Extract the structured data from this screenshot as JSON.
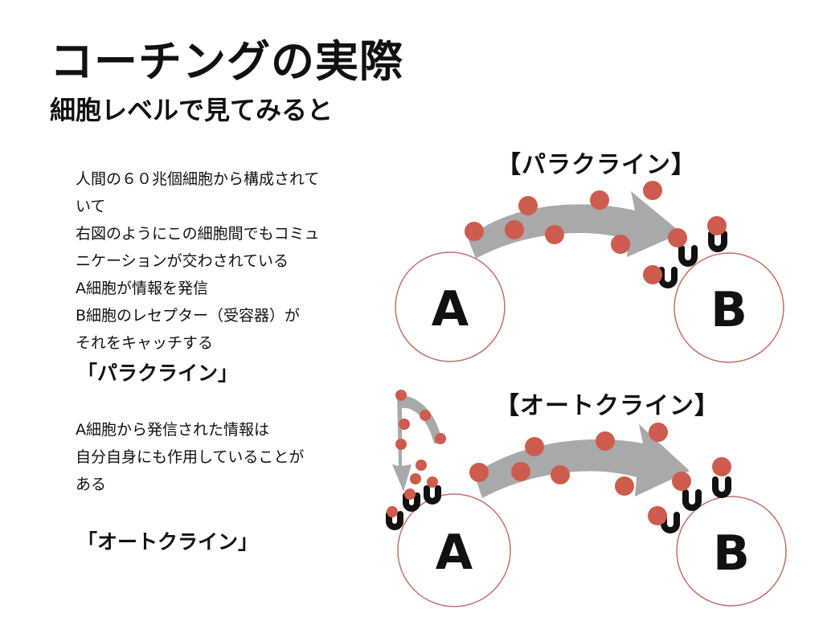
{
  "title": "コーチングの実際",
  "subtitle": "細胞レベルで見てみると",
  "paracrine_text": {
    "lines": [
      "人間の６０兆個細胞から構成されて",
      "いて",
      "右図のようにこの細胞間でもコミュ",
      "ニケーションが交わされている",
      "A細胞が情報を発信",
      "B細胞のレセプター（受容器）が",
      "それをキャッチする"
    ],
    "term": "「パラクライン」"
  },
  "autocrine_text": {
    "lines": [
      "A細胞から発信された情報は",
      "自分自身にも作用していることが",
      "ある"
    ],
    "term": "「オートクライン」"
  },
  "diagrams": {
    "paracrine_label": "【パラクライン】",
    "autocrine_label": "【オートクライン】",
    "cell_a": "A",
    "cell_b": "B"
  },
  "colors": {
    "molecule": "#cd5c4e",
    "arrow": "#a9a9a9",
    "cell_outline": "#c0706a",
    "receptor": "#111111"
  }
}
